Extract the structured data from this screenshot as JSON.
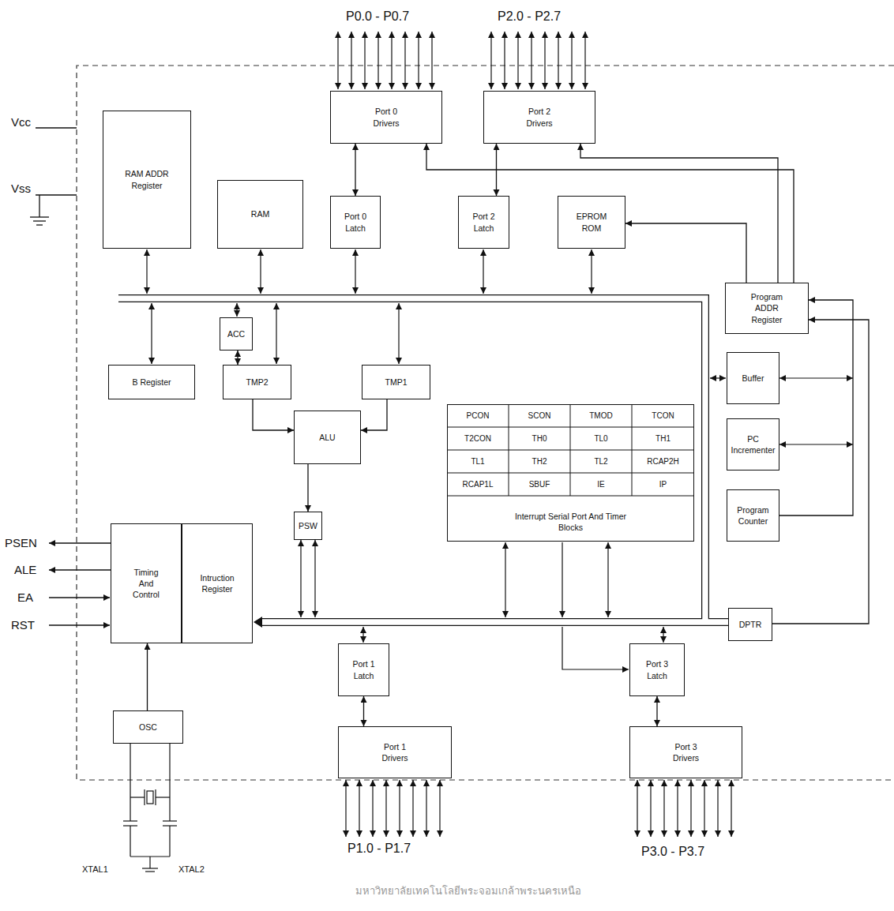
{
  "diagram": {
    "nodes": [
      {
        "text": [
          "Port 0 Drivers"
        ]
      },
      {
        "text": [
          "Port 2 Drivers"
        ]
      },
      {
        "text": [
          "RAM ADDR Register"
        ]
      },
      {
        "text": [
          "RAM"
        ]
      },
      {
        "text": [
          "Port 0 Latch"
        ]
      },
      {
        "text": [
          "Port 2 Latch"
        ]
      },
      {
        "text": [
          "EPROM ROM"
        ]
      },
      {
        "text": [
          "Program ADDR Register"
        ]
      },
      {
        "text": [
          "ACC"
        ]
      },
      {
        "text": [
          "B Register"
        ]
      },
      {
        "text": [
          "TMP2"
        ]
      },
      {
        "text": [
          "TMP1"
        ]
      },
      {
        "text": [
          "Buffer"
        ]
      },
      {
        "text": [
          "ALU"
        ]
      },
      {
        "text": [
          "PSW"
        ]
      },
      {
        "text": [
          "Interrupt Serial Port And Timer Blocks"
        ]
      },
      {
        "text": [
          "PC Incrementer"
        ]
      },
      {
        "text": [
          "Program Counter"
        ]
      },
      {
        "text": [
          "Timing And Control"
        ]
      },
      {
        "text": [
          "Intruction Register"
        ]
      },
      {
        "text": [
          "DPTR"
        ]
      },
      {
        "text": [
          "Port 1 Latch"
        ]
      },
      {
        "text": [
          "Port 3 Latch"
        ]
      },
      {
        "text": [
          "OSC"
        ]
      },
      {
        "text": [
          "Port 1 Drivers"
        ]
      },
      {
        "text": [
          "Port 3 Drivers"
        ]
      }
    ],
    "edges": [
      {
        "from": 4,
        "to": 0,
        "arrow": "both"
      },
      {
        "from": 5,
        "to": 1,
        "arrow": "both"
      },
      {
        "from": 21,
        "to": 24,
        "arrow": "both"
      },
      {
        "from": 22,
        "to": 25,
        "arrow": "both"
      },
      {
        "from": 8,
        "to": 10,
        "arrow": "both"
      },
      {
        "from": 10,
        "to": 13,
        "arrow": "to"
      },
      {
        "from": 11,
        "to": 13,
        "arrow": "to"
      },
      {
        "from": 13,
        "to": 14,
        "arrow": "to"
      },
      {
        "from": 23,
        "to": 18,
        "arrow": "to"
      },
      {
        "from": 7,
        "to": 6,
        "arrow": "to"
      },
      {
        "from": 7,
        "to": 1,
        "arrow": "to"
      },
      {
        "from": 7,
        "to": 0,
        "arrow": "to"
      },
      {
        "from": 17,
        "to": 7,
        "arrow": "to"
      },
      {
        "from": 20,
        "to": 7,
        "arrow": "to"
      }
    ],
    "labels": [
      "P0.0 - P0.7",
      "P2.0 - P2.7",
      "Vcc",
      "Vss",
      "PCON",
      "SCON",
      "TMOD",
      "TCON",
      "T2CON",
      "TH0",
      "TL0",
      "TH1",
      "TL1",
      "TH2",
      "TL2",
      "RCAP2H",
      "RCAP1L",
      "SBUF",
      "IE",
      "IP",
      "PSEN",
      "ALE",
      "EA",
      "RST",
      "P1.0 - P1.7",
      "P3.0 - P3.7",
      "XTAL1",
      "XTAL2",
      "มหาวิทยาลัยเทคโนโลยีพระจอมเกล้าพระนครเหนือ"
    ]
  }
}
